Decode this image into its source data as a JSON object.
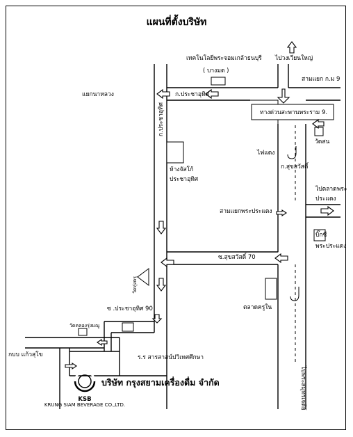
{
  "title": "แผนที่ตั้งบริษัท",
  "labels": {
    "tech_ladkrabang": "เทคโนโลยีพระจอมเกล้าธนบุรี",
    "bangmod": "( บางมด )",
    "to_wongwian_yai": "ไปวงเวียนใหญ่",
    "samyaek_km9": "สามแยก ก.ม 9",
    "yaek_na_luang": "แยกนาหลวง",
    "ko_pracha_uthit": "ก.ประชาอุทิศ",
    "expressway": "ทางด่วนสะพานพระราม 9.",
    "wat_son": "วัดสน",
    "traffic_light": "ไฟแดง",
    "ko_suksawat": "ก.สุขสวัสดิ์",
    "pracha_uthit_road": "ก.ประชาอุทิศ",
    "jusco": "ห้างจัสโก้",
    "jusco_2": "ประชาอุทิศ",
    "to_market": "ไปตลาดพระ",
    "to_market_2": "ประแดง",
    "samyaek_phra_pradaeng": "สามแยกพระประแดง",
    "big_c": "บิ๊กซี",
    "big_c_2": "พระประแดง",
    "soi_suksawat_70": "ซ.สุขสวัสดิ์ 70",
    "wat_thung_khru": "วัดทุ่งครุ",
    "talad_khru_nai": "ตลาดครูใน",
    "soi_pracha_uthit_90": "ซ .ประชาอุทิศ 90",
    "wat_khru_samphan": "วัดคลองรุ่งมณู",
    "ror_ror": "ร.ร สารสาสน์ปวิเทศศึกษา",
    "to_kanchanaphisek": "กบบ แก้วสุโข",
    "to_phra_samut_chedi": "ไปพระสมุทรเจดีย์",
    "company": "บริษัท กรุงสยามเครื่องดื่ม  จำกัด",
    "logo_text": "KSB",
    "logo_sub": "KRUNG SIAM BEVERAGE CO.,LTD."
  },
  "colors": {
    "ink": "#000000",
    "paper": "#ffffff"
  },
  "icons": [
    "up-arrow-icon",
    "left-arrow-icon",
    "down-arrow-icon",
    "right-arrow-icon",
    "u-turn-icon",
    "ksb-logo-icon"
  ]
}
